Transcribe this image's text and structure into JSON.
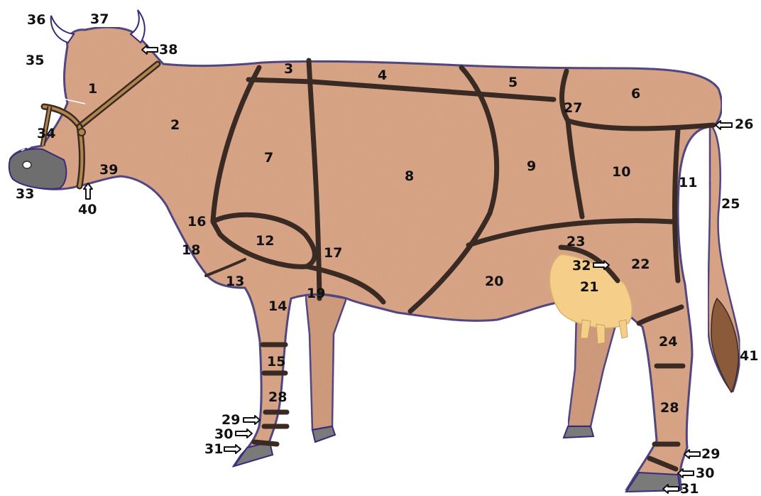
{
  "colors": {
    "hide": "#d9a07f",
    "hide_dark": "#c98a68",
    "outline": "#3a2a7a",
    "cut_lines": "#3a2a24",
    "udder": "#f5cf8a",
    "hooves_and_nose": "#7a7a7a",
    "halter": "#b0864a",
    "tail_tip": "#8a5a3a"
  },
  "labels": {
    "l1": "1",
    "l2": "2",
    "l3": "3",
    "l4": "4",
    "l5": "5",
    "l6": "6",
    "l7": "7",
    "l8": "8",
    "l9": "9",
    "l10": "10",
    "l11": "11",
    "l12": "12",
    "l13": "13",
    "l14": "14",
    "l15": "15",
    "l16": "16",
    "l17": "17",
    "l18": "18",
    "l19": "19",
    "l20": "20",
    "l21": "21",
    "l22": "22",
    "l23": "23",
    "l24": "24",
    "l25": "25",
    "l26": "26",
    "l27": "27",
    "l28a": "28",
    "l28b": "28",
    "l29a": "29",
    "l29b": "29",
    "l30a": "30",
    "l30b": "30",
    "l31a": "31",
    "l31b": "31",
    "l32": "32",
    "l33": "33",
    "l34": "34",
    "l35": "35",
    "l36": "36",
    "l37": "37",
    "l38": "38",
    "l39": "39",
    "l40": "40",
    "l41": "41"
  }
}
